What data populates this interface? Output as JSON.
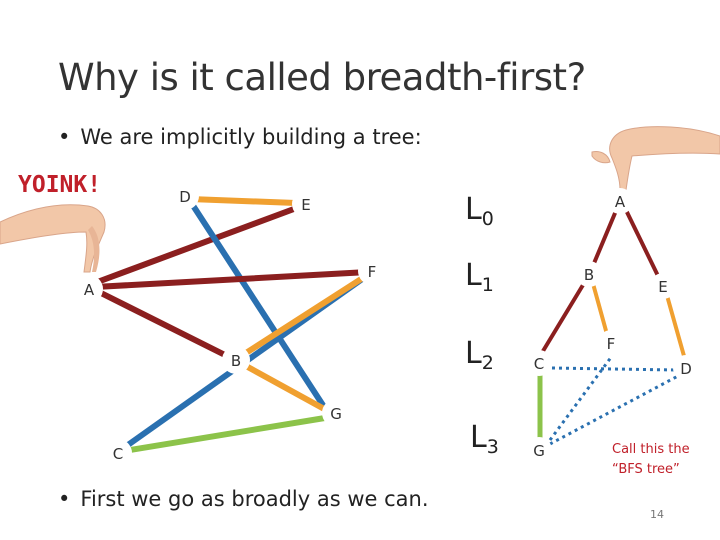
{
  "title": "Why is it called breadth-first?",
  "bullets": [
    "We are implicitly building a tree:",
    "First we go as broadly as we can."
  ],
  "bullet_marker": "•",
  "exclamation": "YOINK!",
  "levels": {
    "letter": "L",
    "indices": [
      "0",
      "1",
      "2",
      "3"
    ]
  },
  "graph": {
    "nodes": [
      "D",
      "E",
      "F",
      "A",
      "B",
      "G",
      "C"
    ]
  },
  "tree": {
    "nodes": [
      "A",
      "B",
      "E",
      "F",
      "C",
      "D",
      "G"
    ]
  },
  "caption": "Call this the “BFS tree”",
  "page_number": "14",
  "colors": {
    "edge_orange": "#f0a030",
    "edge_maroon": "#8b1f1f",
    "edge_blue": "#2a70b0",
    "edge_green": "#8cc34a",
    "dotted_blue": "#2a70b0",
    "accent_red": "#c0202a",
    "skin": "#f2c7a8"
  }
}
